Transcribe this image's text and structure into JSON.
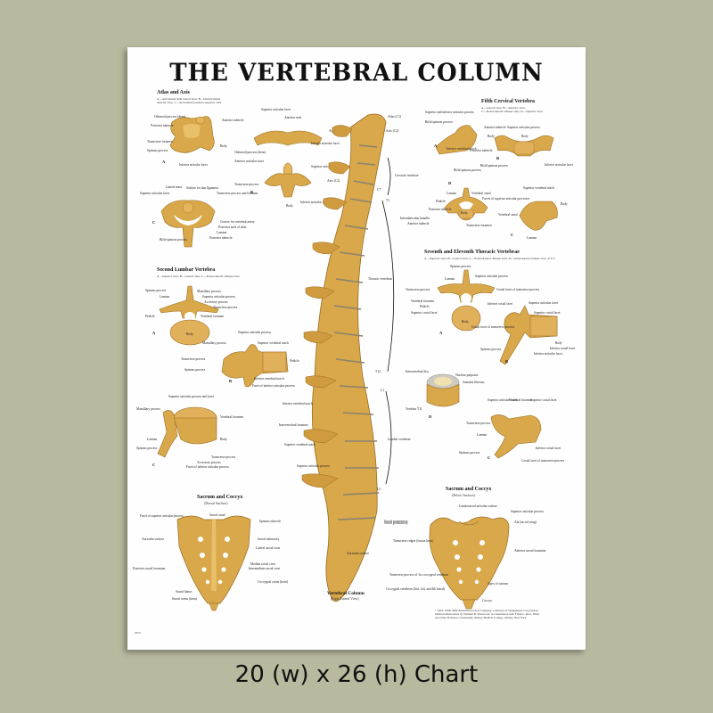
{
  "poster": {
    "title": "THE VERTEBRAL COLUMN",
    "background_color": "#b9b99f",
    "bone_color": "#d9a84a",
    "publication_number": "9650",
    "credit_lines": [
      "©1992, 1999, 2000 Anatomical Chart Company, a division of Springhouse Corporation.",
      "Medical illustrations by William B. Westwood, in consultation with Frank L. Rice, Ph.D.,",
      "Associate Professor of Anatomy, Albany Medical College, Albany, New York."
    ]
  },
  "panels": {
    "atlas_axis": {
      "title": "Atlas and Axis",
      "subtitle": [
        "A—Articulated right lateral view, B—Disarticulated",
        "anterior view, C—Articulated posterior superior view"
      ],
      "views": [
        "A",
        "B",
        "C"
      ],
      "labels_a": [
        "Odontoid process (dens)",
        "Posterior tubercle",
        "Transverse foramen",
        "Spinous process",
        "Anterior tubercle",
        "Body",
        "Inferior articular facet"
      ],
      "labels_b": [
        "Superior articular facet",
        "Anterior arch",
        "Atlas (C1)",
        "Inferior articular facet",
        "Odontoid process (dens)",
        "Anterior articular facet",
        "Superior articular facet",
        "Axis (C2)",
        "Transverse process",
        "Body",
        "Inferior articular facet"
      ],
      "labels_c": [
        "Lateral mass",
        "Surface for alar ligament",
        "Superior articular facet",
        "Transverse process and foramen",
        "Groove for vertebral artery",
        "Posterior arch of atlas",
        "Lamina",
        "Posterior tubercle",
        "Bifid spinous process"
      ]
    },
    "second_lumbar": {
      "title": "Second Lumbar Vertebra",
      "subtitle": "A—superior view, B—Lateral view, C—Posterolateral oblique view",
      "labels_a": [
        "Spinous process",
        "Lamina",
        "Mamillary process",
        "Superior articular process",
        "Accessory process",
        "Transverse process",
        "Pedicle",
        "Vertebral foramen",
        "Body"
      ],
      "labels_b": [
        "Superior articular process",
        "Mamillary process",
        "Superior vertebral notch",
        "Transverse process",
        "Pedicle",
        "Spinous process",
        "Inferior vertebral notch",
        "Facet of inferior articular process"
      ],
      "labels_c": [
        "Superior articular process and facet",
        "Mamillary process",
        "Vertebral foramen",
        "Lamina",
        "Body",
        "Spinous process",
        "Transverse process",
        "Accessory process",
        "Facet of inferior articular process"
      ]
    },
    "sacrum_dorsal": {
      "title": "Sacrum and Coccyx",
      "subtitle": "(Dorsal Surface)",
      "labels": [
        "Facet of superior articular process",
        "Sacral canal",
        "Spinous tubercle",
        "Auricular surface",
        "Sacral tuberosity",
        "Lateral sacral crest",
        "Median sacral crest",
        "Posterior sacral foramina",
        "Intermediate sacral crest",
        "Coccygeal cornu (horn)",
        "Sacral hiatus",
        "Sacral cornu (horn)"
      ]
    },
    "column": {
      "title": "Vertebral Column",
      "subtitle": "(Right Lateral View)",
      "labels": [
        "Atlas (C1)",
        "Axis (C2)",
        "C7",
        "Cervical vertebrae",
        "T1",
        "Thoracic vertebrae",
        "T12",
        "Intervertebral disc",
        "L1",
        "Inferior vertebral notch",
        "Intervertebral foramen",
        "Superior vertebral notch",
        "Superior articular process",
        "Lumbar vertebrae",
        "L5",
        "Sacral promontory",
        "Auricular surface"
      ]
    },
    "fifth_cervical": {
      "title": "Fifth Cervical Vertebra",
      "subtitle": [
        "A—Lateral view, B—Anterior view,",
        "C—Posterolateral oblique view, D—Superior view"
      ],
      "labels_a": [
        "Superior and inferior articular process",
        "Bifid spinous process",
        "Anterior tubercle",
        "Body",
        "Inferior vertebral notch",
        "Posterior tubercle"
      ],
      "labels_b": [
        "Superior articular process",
        "Body",
        "Bifid spinous process",
        "Inferior articular facet"
      ],
      "labels_d": [
        "Bifid spinous process",
        "Lamina",
        "Vertebral canal",
        "Pedicle",
        "Facets of superior articular processes",
        "Posterior tubercle",
        "Intertubercular lamella",
        "Anterior tubercle",
        "Transverse foramen",
        "Body"
      ],
      "labels_c": [
        "Superior vertebral notch",
        "Body",
        "Vertebral canal",
        "Lamina"
      ]
    },
    "thoracic": {
      "title": "Seventh and Eleventh Thoracic Vertebrae",
      "subtitle": "A—Superior view, B—Lateral view, C—Posterolateral oblique view, D—Anterolateral oblique view of T11",
      "labels_a": [
        "Spinous process",
        "Lamina",
        "Superior articular process",
        "Transverse process",
        "Costal facet of transverse process",
        "Vertebral foramen",
        "Pedicle",
        "Inferior costal facet",
        "Superior costal facet",
        "Body"
      ],
      "labels_b": [
        "Superior articular facet",
        "Superior costal facet",
        "Costal facet of transverse process",
        "Body",
        "Spinous process",
        "Inferior costal facet",
        "Inferior articular facet"
      ],
      "labels_d": [
        "Intervertebral disc",
        "Nucleus pulposus",
        "Annulus fibrosus",
        "Vertebra T11"
      ],
      "labels_c": [
        "Superior articular facet",
        "Vertebral foramen",
        "Superior costal facet",
        "Transverse process",
        "Lamina",
        "Spinous process",
        "Inferior costal facet",
        "Costal facet of transverse process"
      ]
    },
    "sacrum_pelvic": {
      "title": "Sacrum and Coccyx",
      "subtitle": "(Pelvic Surface)",
      "labels": [
        "Lumbosacral articular surface",
        "Superior articular process",
        "Ala (sacral wing)",
        "Sacral promontory",
        "Transverse ridges (fusion lines)",
        "Anterior sacral foramina",
        "Transverse process of 1st coccygeal vertebrae",
        "Apex of sacrum",
        "Coccygeal vertebrae (2nd, 3rd, and 4th fused)",
        "Coccyx"
      ]
    }
  },
  "caption": "20 (w) x 26 (h) Chart"
}
